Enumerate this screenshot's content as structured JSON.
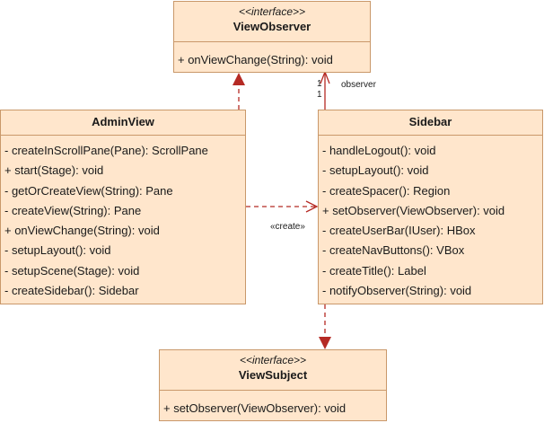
{
  "view_observer": {
    "stereotype": "<<interface>>",
    "name": "ViewObserver",
    "methods": [
      "+ onViewChange(String): void"
    ]
  },
  "admin_view": {
    "name": "AdminView",
    "methods": [
      "- createInScrollPane(Pane): ScrollPane",
      "+ start(Stage): void",
      "- getOrCreateView(String): Pane",
      "- createView(String): Pane",
      "+ onViewChange(String): void",
      "- setupLayout(): void",
      "- setupScene(Stage): void",
      "- createSidebar(): Sidebar"
    ]
  },
  "sidebar": {
    "name": "Sidebar",
    "methods": [
      "- handleLogout(): void",
      "- setupLayout(): void",
      "- createSpacer(): Region",
      "+ setObserver(ViewObserver): void",
      "- createUserBar(IUser): HBox",
      "- createNavButtons(): VBox",
      "- createTitle(): Label",
      "- notifyObserver(String): void"
    ]
  },
  "view_subject": {
    "stereotype": "<<interface>>",
    "name": "ViewSubject",
    "methods": [
      "+ setObserver(ViewObserver): void"
    ]
  },
  "relations": {
    "create_label": "«create»",
    "observer_label": "observer",
    "mult_top": "1",
    "mult_bottom": "1"
  },
  "colors": {
    "fill": "#ffe6cc",
    "border": "#c9986a",
    "arrow_red": "#b52a24"
  }
}
